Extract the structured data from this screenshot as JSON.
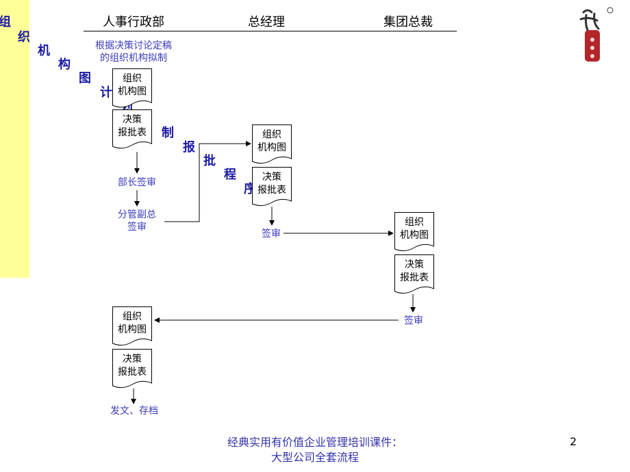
{
  "headers": {
    "hr": "人事行政部",
    "gm": "总经理",
    "ceo": "集团总裁"
  },
  "vertical_title": [
    "组",
    "织",
    "机",
    "构",
    "图",
    "计",
    "划",
    "制",
    "报",
    "批",
    "程",
    "序"
  ],
  "note": {
    "line1": "根据决策讨论定稿",
    "line2": "的组织机构拟制"
  },
  "doc_org": {
    "line1": "组织",
    "line2": "机构图"
  },
  "doc_form": {
    "line1": "决策",
    "line2": "报批表"
  },
  "steps": {
    "dept_sign": "部长签审",
    "vp_sign_line1": "分管副总",
    "vp_sign_line2": "签审",
    "gm_sign": "签审",
    "ceo_sign": "签审",
    "archive": "发文、存档"
  },
  "footer": {
    "line1": "经典实用有价值企业管理培训课件：",
    "line2": "大型公司全套流程"
  },
  "page_number": "2",
  "colors": {
    "sidebar": "#ffff99",
    "title_text": "#1a1aa6",
    "label_text": "#3b3bbd",
    "footer_text": "#3333aa",
    "logo_red": "#b3262a"
  },
  "logo_icon": "calligraphy-seal-logo"
}
